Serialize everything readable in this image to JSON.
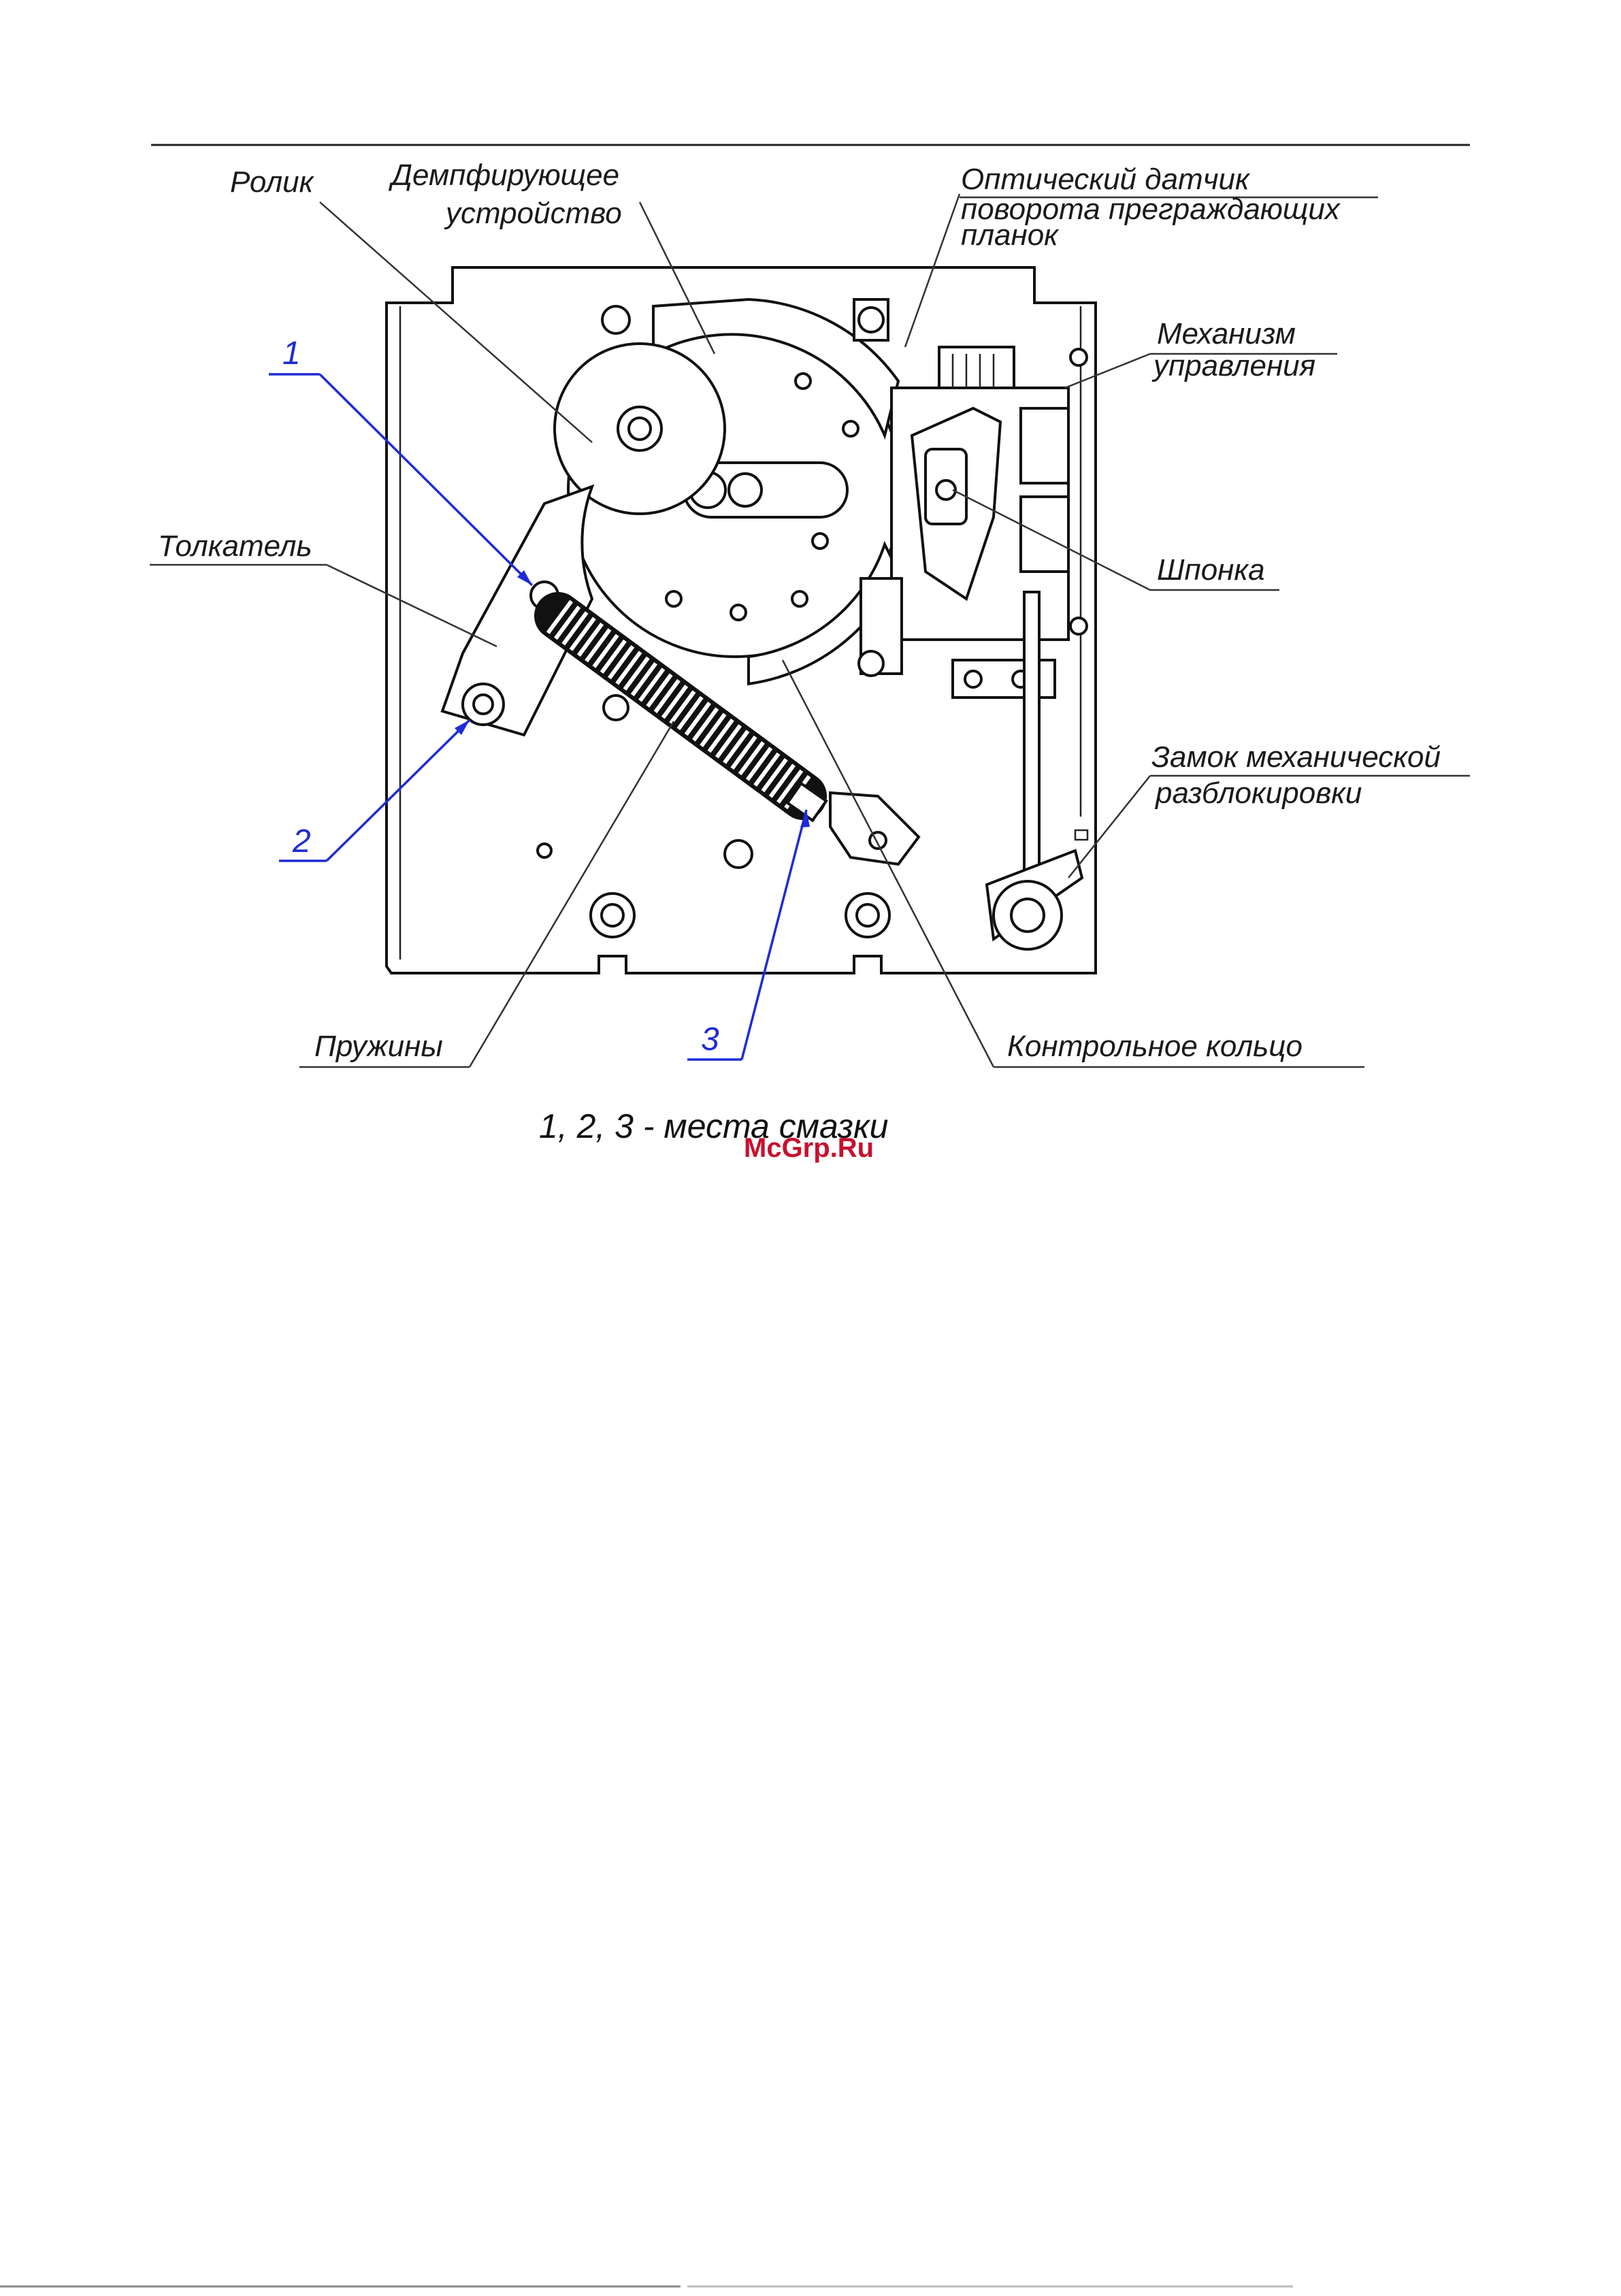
{
  "labels": {
    "rolik": "Ролик",
    "dempf_1": "Демпфирующее",
    "dempf_2": "устройство",
    "optic_1": "Оптический  датчик",
    "optic_2": "поворота  преграждающих",
    "optic_3": "планок",
    "mech_1": "Механизм",
    "mech_2": "управления",
    "tolkatel": "Толкатель",
    "shponka": "Шпонка",
    "zamok_1": "Замок механической",
    "zamok_2": "разблокировки",
    "pruzhiny": "Пружины",
    "kontrol": "Контрольное  кольцо"
  },
  "callouts": {
    "n1": "1",
    "n2": "2",
    "n3": "3",
    "color": "#1f2bd6"
  },
  "caption": "1, 2, 3 - места смазки",
  "watermark": "McGrp.Ru",
  "colors": {
    "line": "#111111",
    "callout": "#1f2bd6",
    "watermark": "#c8102e"
  }
}
